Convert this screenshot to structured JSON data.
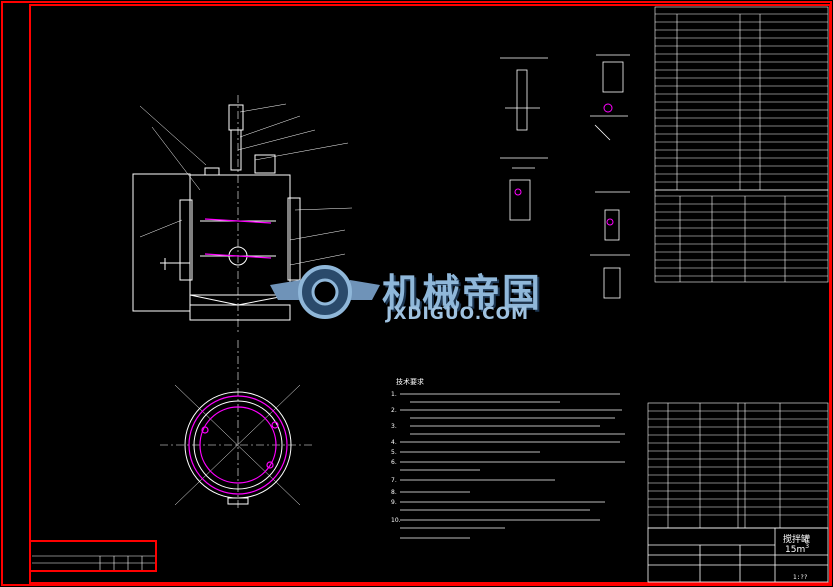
{
  "watermark": {
    "cn": "机械帝国",
    "en": "JXDIGUO.COM"
  },
  "drawing": {
    "requirements_title": "技术要求",
    "requirement_numbers": [
      "1.",
      "2.",
      "3.",
      "4.",
      "5.",
      "6.",
      "7.",
      "8.",
      "9.",
      "10."
    ],
    "title_name": "搅拌罐",
    "capacity": "15m",
    "capacity_sup": "3",
    "scale": "1:??"
  },
  "colors": {
    "border": "#ff0000",
    "line": "#ffffff",
    "accent": "#ff00ff",
    "frame": "#ffffff",
    "background": "#000000"
  }
}
